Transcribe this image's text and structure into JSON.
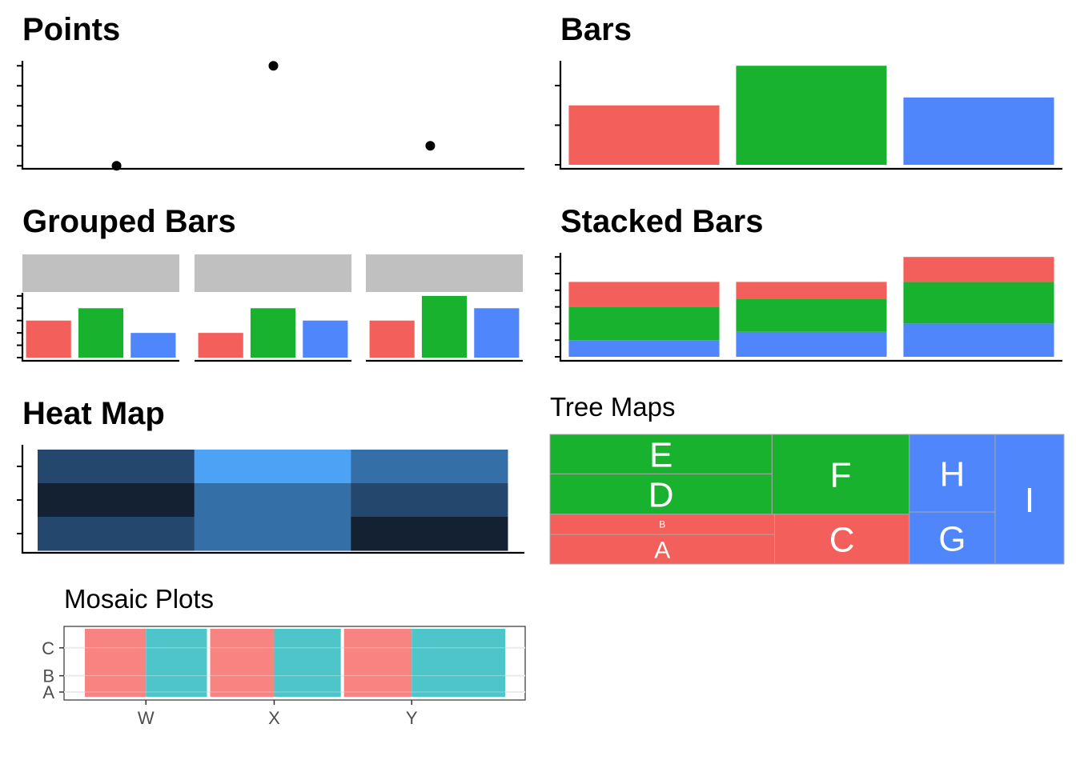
{
  "colors": {
    "red": "#F35F5A",
    "green": "#19B22E",
    "blue": "#4F86FB",
    "strip": "#C0C0C0",
    "mosaic_red": "#F77D7A",
    "mosaic_teal": "#44C2C6",
    "heat_low": "#132132",
    "heat_high": "#4CA3F5"
  },
  "chart_data": [
    {
      "id": "points",
      "type": "scatter",
      "title": "Points",
      "x": [
        1,
        2,
        3
      ],
      "y": [
        0,
        5,
        1
      ],
      "xlim": [
        0.4,
        3.6
      ],
      "ylim": [
        -0.15,
        5.25
      ],
      "yticks": [
        0,
        1,
        2,
        3,
        4,
        5
      ],
      "axis_text": false
    },
    {
      "id": "bars",
      "type": "bar",
      "title": "Bars",
      "categories": [
        "1",
        "2",
        "3"
      ],
      "values": [
        3,
        5,
        3.4
      ],
      "colors": [
        "#F35F5A",
        "#19B22E",
        "#4F86FB"
      ],
      "ylim": [
        0,
        5.25
      ],
      "yticks": [
        0,
        2,
        4
      ],
      "axis_text": false
    },
    {
      "id": "grouped",
      "type": "bar",
      "title": "Grouped Bars",
      "facets": [
        {
          "name": "",
          "values": [
            3,
            4,
            2
          ]
        },
        {
          "name": "",
          "values": [
            2,
            4,
            3
          ]
        },
        {
          "name": "",
          "values": [
            3,
            5,
            4
          ]
        }
      ],
      "colors": [
        "#F35F5A",
        "#19B22E",
        "#4F86FB"
      ],
      "ylim": [
        0,
        5.25
      ],
      "yticks": [
        0,
        1,
        2,
        3,
        4,
        5
      ],
      "axis_text": false
    },
    {
      "id": "stacked",
      "type": "bar",
      "title": "Stacked Bars",
      "categories": [
        "1",
        "2",
        "3"
      ],
      "series": [
        {
          "name": "",
          "color": "#4F86FB",
          "values": [
            1.0,
            1.5,
            2.0
          ]
        },
        {
          "name": "",
          "color": "#19B22E",
          "values": [
            2.0,
            2.0,
            2.5
          ]
        },
        {
          "name": "",
          "color": "#F35F5A",
          "values": [
            1.5,
            1.0,
            1.5
          ]
        }
      ],
      "ylim": [
        0,
        6.25
      ],
      "yticks": [
        0,
        1,
        2,
        3,
        4,
        5,
        6
      ],
      "axis_text": false
    },
    {
      "id": "heatmap",
      "type": "heatmap",
      "title": "Heat Map",
      "rows": 3,
      "cols": 3,
      "values": [
        [
          0.3,
          1.0,
          0.6
        ],
        [
          0.0,
          0.6,
          0.3
        ],
        [
          0.3,
          0.6,
          0.0
        ]
      ],
      "axis_text": false
    },
    {
      "id": "treemap",
      "type": "treemap",
      "title": "Tree Maps",
      "cells": [
        {
          "label": "E",
          "group": "green",
          "value": 10
        },
        {
          "label": "D",
          "group": "green",
          "value": 10
        },
        {
          "label": "F",
          "group": "green",
          "value": 11
        },
        {
          "label": "B",
          "group": "red",
          "value": 5
        },
        {
          "label": "A",
          "group": "red",
          "value": 7
        },
        {
          "label": "C",
          "group": "red",
          "value": 10
        },
        {
          "label": "H",
          "group": "blue",
          "value": 4
        },
        {
          "label": "G",
          "group": "blue",
          "value": 3
        },
        {
          "label": "I",
          "group": "blue",
          "value": 5
        }
      ]
    },
    {
      "id": "mosaic",
      "type": "mosaic",
      "title": "Mosaic Plots",
      "x_categories": [
        "W",
        "X",
        "Y"
      ],
      "x_widths": [
        1.0,
        1.07,
        1.32
      ],
      "y_categories": [
        "A",
        "B",
        "C"
      ],
      "y_ticks": [
        0.07,
        0.31,
        0.72
      ],
      "splits": [
        0.5,
        0.49,
        0.42
      ],
      "colors": [
        "#F77D7A",
        "#44C2C6"
      ]
    }
  ]
}
